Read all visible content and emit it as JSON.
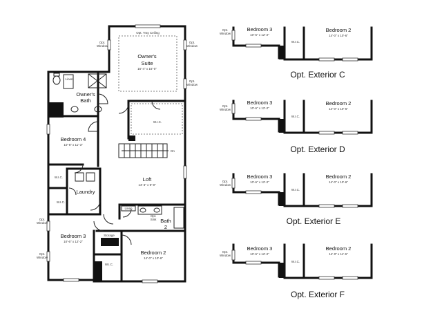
{
  "main_plan": {
    "owners_suite": {
      "name": "Owner's",
      "name2": "Suite",
      "dim": "16'-4\" x 16'-0\"",
      "ceiling": "Opt. Tray Ceiling"
    },
    "owners_bath": {
      "name": "Owner's",
      "name2": "Bath"
    },
    "owners_wic": "W.I.C.",
    "bedroom4": {
      "name": "Bedroom 4",
      "dim": "10'-6\" x 11'-3\""
    },
    "loft": {
      "name": "Loft",
      "dim": "14'-3\" x 9'-9\""
    },
    "down_label": "Dn",
    "wic_left": "W.I.C.",
    "wic_lower": "W.I.C.",
    "wic_bed2": "W.I.C.",
    "laundry": "Laundry",
    "linen_top": "Linen",
    "linen_bath": "Linen",
    "bath2": {
      "name": "Bath",
      "num": "2"
    },
    "opt_sink": "Opt.\nSink",
    "storage": "Storage",
    "bedroom3": {
      "name": "Bedroom 3",
      "dim": "10'-6\" x 12'-2\""
    },
    "bedroom2": {
      "name": "Bedroom 2",
      "dim": "14'-0\" x 10'-6\""
    },
    "opt_window": "Opt.\nWindow"
  },
  "exteriors": [
    {
      "caption": "Opt. Exterior C",
      "bed3": "Bedroom 3",
      "bed3_dim": "10'-6\" x 12'-2\"",
      "bed2": "Bedroom 2",
      "bed2_dim": "14'-0\" x 10'-6\"",
      "wic": "W.I.C.",
      "opt_window": "Opt.\nWindow"
    },
    {
      "caption": "Opt. Exterior D",
      "bed3": "Bedroom 3",
      "bed3_dim": "10'-6\" x 12'-2\"",
      "bed2": "Bedroom 2",
      "bed2_dim": "14'-0\" x 10'-6\"",
      "wic": "W.I.C.",
      "opt_window": "Opt.\nWindow"
    },
    {
      "caption": "Opt. Exterior E",
      "bed3": "Bedroom 3",
      "bed3_dim": "10'-6\" x 12'-2\"",
      "bed2": "Bedroom 2",
      "bed2_dim": "14'-0\" x 10'-6\"",
      "wic": "W.I.C.",
      "opt_window": "Opt.\nWindow"
    },
    {
      "caption": "Opt. Exterior F",
      "bed3": "Bedroom 3",
      "bed3_dim": "10'-6\" x 12'-2\"",
      "bed2": "Bedroom 2",
      "bed2_dim": "14'-0\" x 11'-6\"",
      "wic": "W.I.C.",
      "opt_window": "Opt.\nWindow"
    }
  ]
}
